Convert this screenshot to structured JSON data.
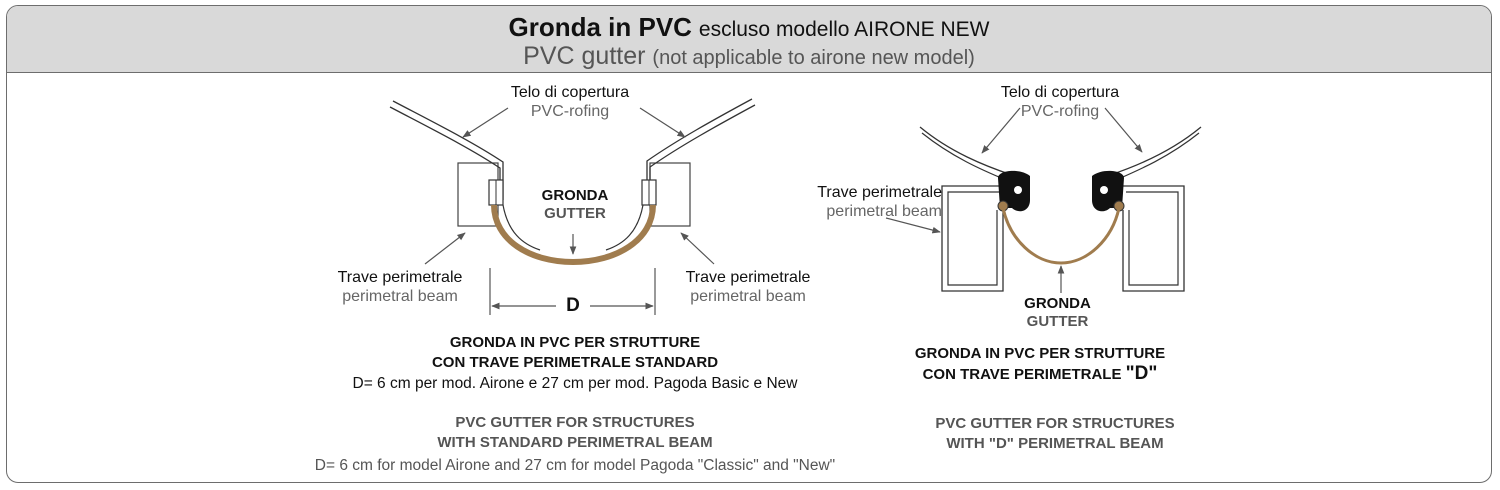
{
  "header": {
    "title_bold": "Gronda in PVC",
    "title_rest": "escluso modello AIRONE NEW",
    "subtitle_main": "PVC gutter",
    "subtitle_rest": "(not applicable to airone new model)"
  },
  "left": {
    "cover_it": "Telo di copertura",
    "cover_en": "PVC-rofing",
    "gutter_it": "GRONDA",
    "gutter_en": "GUTTER",
    "beam_it": "Trave perimetrale",
    "beam_en": "perimetral beam",
    "dimension": "D",
    "caption_it_1": "GRONDA IN PVC  PER STRUTTURE",
    "caption_it_2": "CON TRAVE PERIMETRALE STANDARD",
    "note_it": "D= 6 cm per mod. Airone e 27 cm per mod. Pagoda Basic e New",
    "caption_en_1": "PVC GUTTER FOR STRUCTURES",
    "caption_en_2": "WITH STANDARD PERIMETRAL BEAM",
    "note_en": "D= 6 cm for model Airone and 27 cm for model Pagoda \"Classic\" and \"New\""
  },
  "right": {
    "cover_it": "Telo di copertura",
    "cover_en": "PVC-rofing",
    "beam_it": "Trave perimetrale",
    "beam_en": "perimetral beam",
    "gutter_it": "GRONDA",
    "gutter_en": "GUTTER",
    "caption_it_1": "GRONDA IN PVC  PER STRUTTURE",
    "caption_it_2": "CON TRAVE PERIMETRALE",
    "caption_it_2_d": "\"D\"",
    "caption_en_1": "PVC GUTTER FOR STRUCTURES",
    "caption_en_2": "WITH \"D\" PERIMETRAL BEAM"
  },
  "colors": {
    "gutter": "#a07c4e",
    "line": "#333333",
    "header_bg": "#d9d9d9",
    "border": "#6d6d6d"
  }
}
